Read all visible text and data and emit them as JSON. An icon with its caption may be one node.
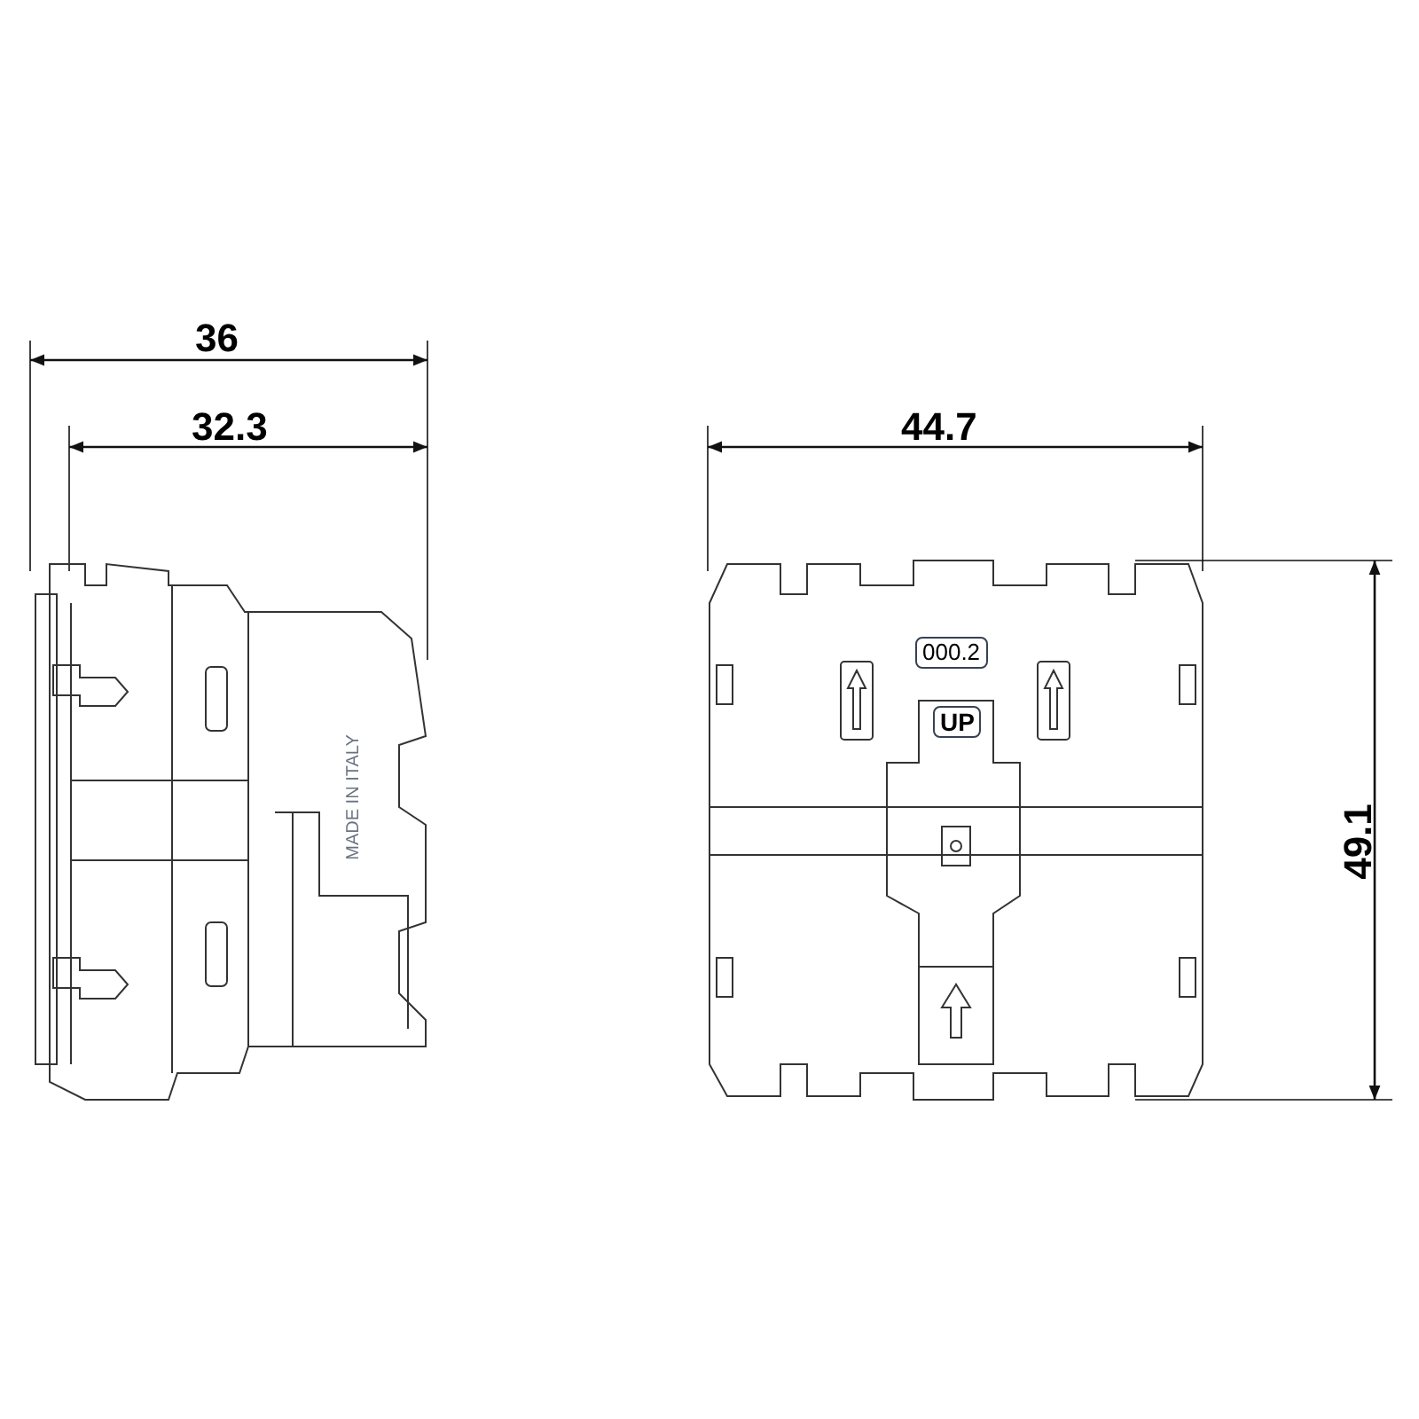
{
  "diagram": {
    "labels": [
      "36",
      "32.3",
      "44.7",
      "MADE IN ITALY",
      "000.2",
      "UP",
      "49.1"
    ]
  }
}
